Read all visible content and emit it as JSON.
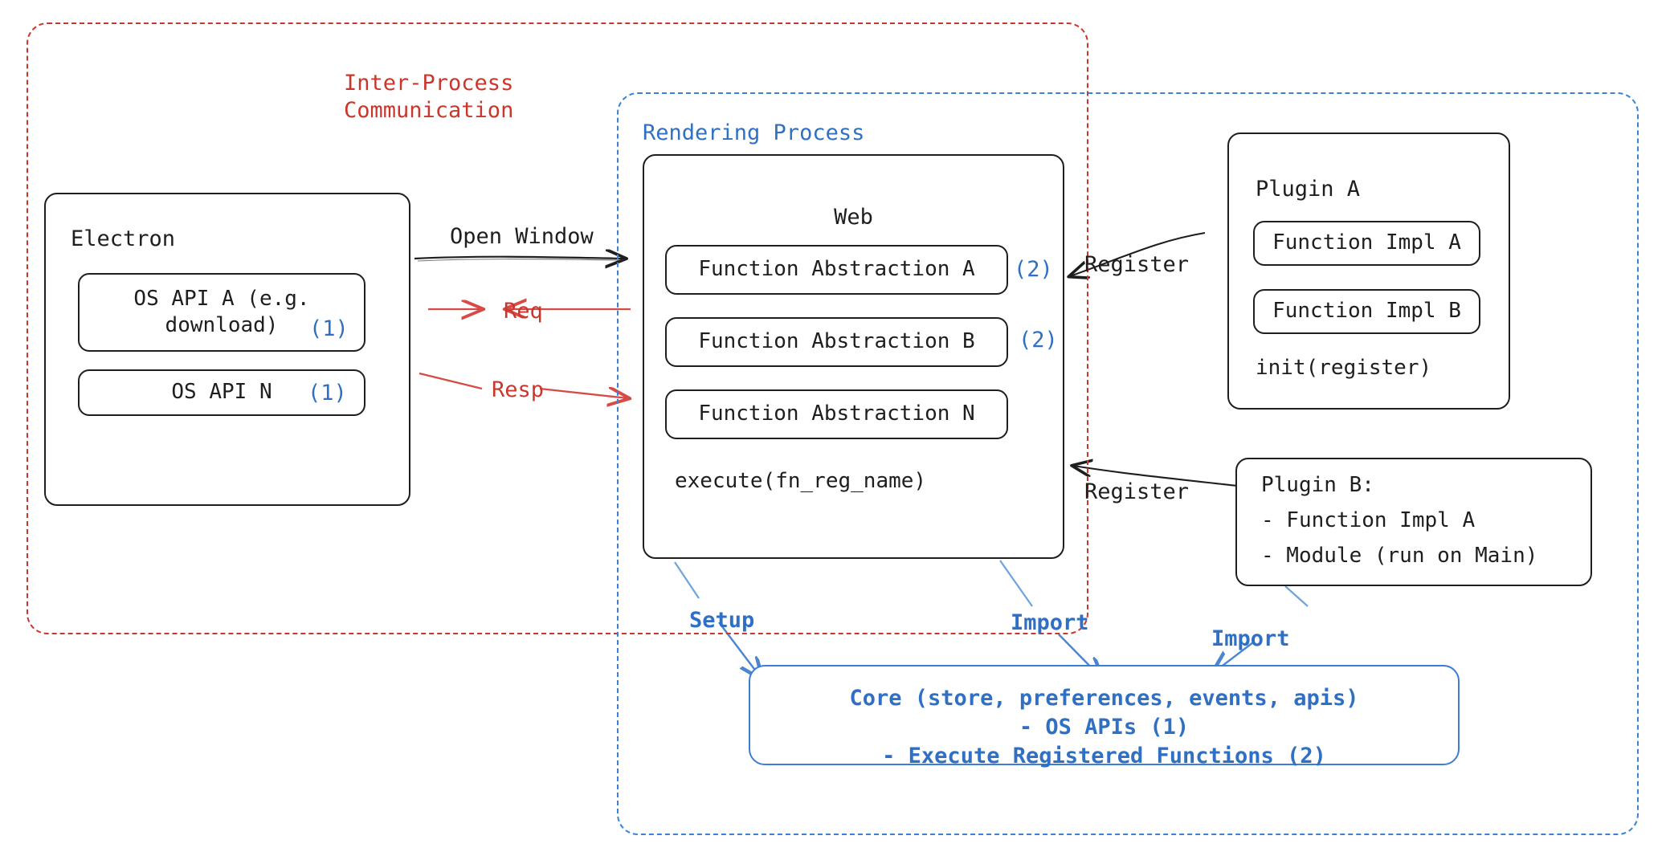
{
  "diagram": {
    "title_visible": false,
    "colors": {
      "ipc_boundary": "#c9372c",
      "render_boundary": "#3b82d6",
      "core_accent": "#2f6fc4",
      "node_stroke": "#1e1e1e",
      "marker_blue": "#2f6fc4"
    },
    "boundaries": {
      "ipc": {
        "label_line1": "Inter-Process",
        "label_line2": "Communication"
      },
      "rendering": {
        "label": "Rendering Process"
      }
    },
    "electron": {
      "title": "Electron",
      "apis": [
        {
          "label": "OS API A (e.g.\ndownload)",
          "marker": "(1)"
        },
        {
          "label": "OS API N",
          "marker": "(1)"
        }
      ]
    },
    "web": {
      "title": "Web",
      "abstractions": [
        {
          "label": "Function Abstraction A",
          "marker": "(2)"
        },
        {
          "label": "Function Abstraction B",
          "marker": "(2)"
        },
        {
          "label": "Function Abstraction N",
          "marker": ""
        }
      ],
      "execute": "execute(fn_reg_name)"
    },
    "plugin_a": {
      "title": "Plugin A",
      "items": [
        "Function Impl A",
        "Function Impl B"
      ],
      "init": "init(register)"
    },
    "plugin_b": {
      "line1": "Plugin B:",
      "line2": "- Function Impl A",
      "line3": "- Module (run on Main)"
    },
    "core": {
      "line1": "Core (store, preferences, events, apis)",
      "line2": "- OS APIs (1)",
      "line3": "- Execute Registered Functions (2)"
    },
    "edges": {
      "open_window": "Open Window",
      "req": "Req",
      "resp": "Resp",
      "register_a": "Register",
      "register_b": "Register",
      "setup": "Setup",
      "import_web": "Import",
      "import_plugin": "Import"
    }
  }
}
